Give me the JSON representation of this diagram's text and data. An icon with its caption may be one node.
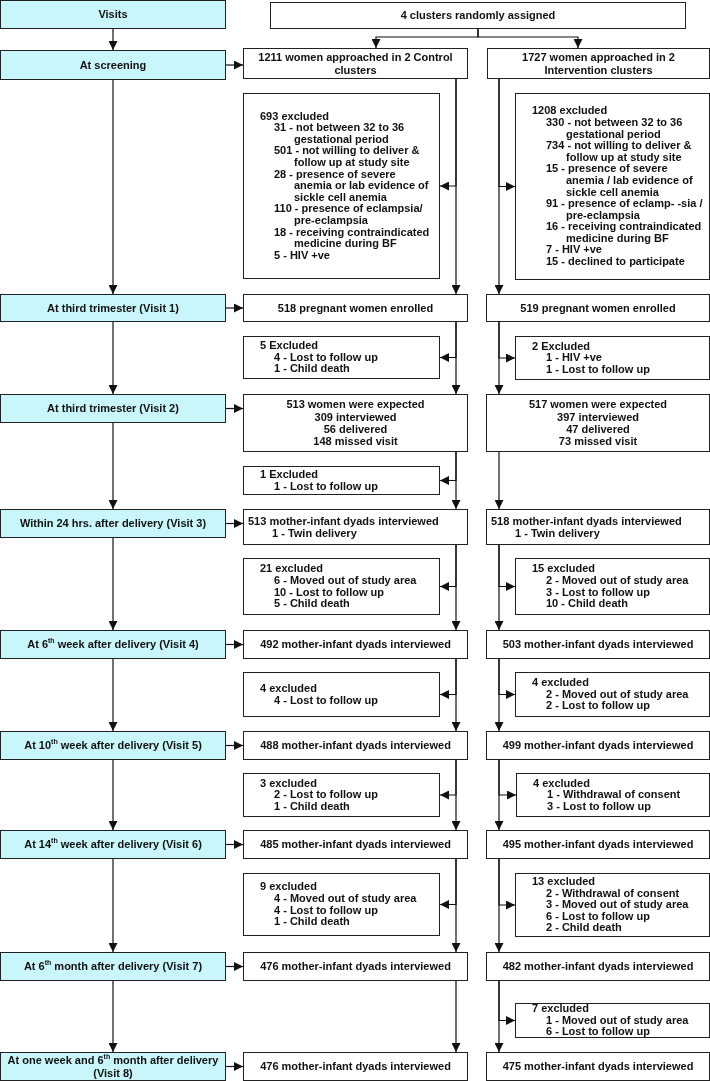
{
  "diagram": {
    "nodes": [
      {
        "text": [
          "Visits"
        ]
      },
      {
        "text": [
          "4 clusters randomly assigned"
        ]
      },
      {
        "text": [
          "At screening"
        ]
      },
      {
        "text": [
          "1211 women approached in 2 Control clusters"
        ]
      },
      {
        "text": [
          "1727 women approached in 2 Intervention clusters"
        ]
      },
      {
        "text": [
          "693 excluded",
          "31 - not between 32 to 36 gestational period",
          "501 - not willing to deliver & follow up at study site",
          "28 - presence of severe anemia or lab evidence of sickle cell anemia",
          "110 - presence of eclampsia/ pre-eclampsia",
          "18 - receiving contraindicated medicine during BF",
          "5 - HIV +ve"
        ]
      },
      {
        "text": [
          "1208 excluded",
          "330 - not between 32 to 36 gestational period",
          "734 - not willing to deliver & follow up at study site",
          "15 - presence of severe anemia / lab evidence of sickle cell anemia",
          "91 - presence of eclamp- -sia / pre-eclampsia",
          "16 - receiving contraindicated medicine during BF",
          "7 - HIV +ve",
          "15 - declined to participate"
        ]
      },
      {
        "text": [
          "At third trimester (Visit 1)"
        ]
      },
      {
        "text": [
          "518 pregnant women enrolled"
        ]
      },
      {
        "text": [
          "519 pregnant women enrolled"
        ]
      },
      {
        "text": [
          "5 Excluded",
          "4 - Lost to follow up",
          "1 - Child death"
        ]
      },
      {
        "text": [
          "2 Excluded",
          "1 - HIV +ve",
          "1 - Lost to follow up"
        ]
      },
      {
        "text": [
          "At third trimester (Visit 2)"
        ]
      },
      {
        "text": [
          "513 women were expected",
          "309 interviewed",
          "56 delivered",
          "148 missed visit"
        ]
      },
      {
        "text": [
          "517 women were expected",
          "397 interviewed",
          "47 delivered",
          "73 missed visit"
        ]
      },
      {
        "text": [
          "1 Excluded",
          "1 - Lost to follow up"
        ]
      },
      {
        "text": [
          "Within 24 hrs. after delivery (Visit 3)"
        ]
      },
      {
        "text": [
          "513 mother-infant dyads interviewed",
          "1 - Twin delivery"
        ]
      },
      {
        "text": [
          "518 mother-infant dyads interviewed",
          "1 - Twin delivery"
        ]
      },
      {
        "text": [
          "21 excluded",
          "6 - Moved out of study area",
          "10 - Lost to follow up",
          "5 - Child death"
        ]
      },
      {
        "text": [
          "15 excluded",
          "2 - Moved out of study area",
          "3 - Lost to follow up",
          "10 - Child death"
        ]
      },
      {
        "text": [
          "At 6$^{th}$ week after delivery (Visit 4)"
        ]
      },
      {
        "text": [
          "492 mother-infant dyads interviewed"
        ]
      },
      {
        "text": [
          "503 mother-infant dyads interviewed"
        ]
      },
      {
        "text": [
          "4 excluded",
          "4 - Lost to follow up"
        ]
      },
      {
        "text": [
          "4 excluded",
          "2 - Moved out of study area",
          "2 - Lost to follow up"
        ]
      },
      {
        "text": [
          "At 10$^{th}$ week after delivery (Visit 5)"
        ]
      },
      {
        "text": [
          "488 mother-infant dyads interviewed"
        ]
      },
      {
        "text": [
          "499 mother-infant dyads interviewed"
        ]
      },
      {
        "text": [
          "3 excluded",
          "2 - Lost to follow up",
          "1 - Child death"
        ]
      },
      {
        "text": [
          "4 excluded",
          "1 - Withdrawal of consent",
          "3 - Lost to follow up"
        ]
      },
      {
        "text": [
          "At 14$^{th}$ week after delivery (Visit 6)"
        ]
      },
      {
        "text": [
          "485 mother-infant dyads interviewed"
        ]
      },
      {
        "text": [
          "495 mother-infant dyads interviewed"
        ]
      },
      {
        "text": [
          "9 excluded",
          "4 - Moved out of study area",
          "4 - Lost to follow up",
          "1 - Child death"
        ]
      },
      {
        "text": [
          "13 excluded",
          "2 - Withdrawal of consent",
          "3 - Moved out of study area",
          "6 - Lost to follow up",
          "2 - Child death"
        ]
      },
      {
        "text": [
          "At 6$^{th}$ month after delivery (Visit 7)"
        ]
      },
      {
        "text": [
          "476 mother-infant dyads interviewed"
        ]
      },
      {
        "text": [
          "482 mother-infant dyads interviewed"
        ]
      },
      {
        "text": [
          "7 excluded",
          "1 - Moved out of study area",
          "6 - Lost to follow up"
        ]
      },
      {
        "text": [
          "At one week and 6$^{th}$ month after delivery (Visit 8)"
        ]
      },
      {
        "text": [
          "476 mother-infant dyads interviewed"
        ]
      },
      {
        "text": [
          "475 mother-infant dyads interviewed"
        ]
      }
    ],
    "edges": [
      {
        "from": 0,
        "to": 2,
        "arrow": "to"
      },
      {
        "from": 2,
        "to": 7,
        "arrow": "to"
      },
      {
        "from": 7,
        "to": 12,
        "arrow": "to"
      },
      {
        "from": 12,
        "to": 16,
        "arrow": "to"
      },
      {
        "from": 16,
        "to": 21,
        "arrow": "to"
      },
      {
        "from": 21,
        "to": 26,
        "arrow": "to"
      },
      {
        "from": 26,
        "to": 31,
        "arrow": "to"
      },
      {
        "from": 31,
        "to": 36,
        "arrow": "to"
      },
      {
        "from": 36,
        "to": 40,
        "arrow": "to"
      },
      {
        "from": 1,
        "to": 3,
        "arrow": "to"
      },
      {
        "from": 1,
        "to": 4,
        "arrow": "to"
      },
      {
        "from": 2,
        "to": 3,
        "arrow": "to"
      },
      {
        "from": 7,
        "to": 8,
        "arrow": "to"
      },
      {
        "from": 12,
        "to": 13,
        "arrow": "to"
      },
      {
        "from": 16,
        "to": 17,
        "arrow": "to"
      },
      {
        "from": 21,
        "to": 22,
        "arrow": "to"
      },
      {
        "from": 26,
        "to": 27,
        "arrow": "to"
      },
      {
        "from": 31,
        "to": 32,
        "arrow": "to"
      },
      {
        "from": 36,
        "to": 37,
        "arrow": "to"
      },
      {
        "from": 40,
        "to": 41,
        "arrow": "to"
      },
      {
        "from": 3,
        "to": 8,
        "arrow": "to"
      },
      {
        "from": 3,
        "to": 5,
        "arrow": "to"
      },
      {
        "from": 8,
        "to": 13,
        "arrow": "to"
      },
      {
        "from": 8,
        "to": 10,
        "arrow": "to"
      },
      {
        "from": 13,
        "to": 17,
        "arrow": "to"
      },
      {
        "from": 13,
        "to": 15,
        "arrow": "to"
      },
      {
        "from": 17,
        "to": 22,
        "arrow": "to"
      },
      {
        "from": 17,
        "to": 19,
        "arrow": "to"
      },
      {
        "from": 22,
        "to": 27,
        "arrow": "to"
      },
      {
        "from": 22,
        "to": 24,
        "arrow": "to"
      },
      {
        "from": 27,
        "to": 32,
        "arrow": "to"
      },
      {
        "from": 27,
        "to": 29,
        "arrow": "to"
      },
      {
        "from": 32,
        "to": 37,
        "arrow": "to"
      },
      {
        "from": 32,
        "to": 34,
        "arrow": "to"
      },
      {
        "from": 37,
        "to": 41,
        "arrow": "to"
      },
      {
        "from": 4,
        "to": 9,
        "arrow": "to"
      },
      {
        "from": 4,
        "to": 6,
        "arrow": "to"
      },
      {
        "from": 9,
        "to": 14,
        "arrow": "to"
      },
      {
        "from": 9,
        "to": 11,
        "arrow": "to"
      },
      {
        "from": 14,
        "to": 18,
        "arrow": "to"
      },
      {
        "from": 18,
        "to": 23,
        "arrow": "to"
      },
      {
        "from": 18,
        "to": 20,
        "arrow": "to"
      },
      {
        "from": 23,
        "to": 28,
        "arrow": "to"
      },
      {
        "from": 23,
        "to": 25,
        "arrow": "to"
      },
      {
        "from": 28,
        "to": 33,
        "arrow": "to"
      },
      {
        "from": 28,
        "to": 30,
        "arrow": "to"
      },
      {
        "from": 33,
        "to": 38,
        "arrow": "to"
      },
      {
        "from": 33,
        "to": 35,
        "arrow": "to"
      },
      {
        "from": 38,
        "to": 42,
        "arrow": "to"
      },
      {
        "from": 38,
        "to": 39,
        "arrow": "to"
      }
    ]
  }
}
